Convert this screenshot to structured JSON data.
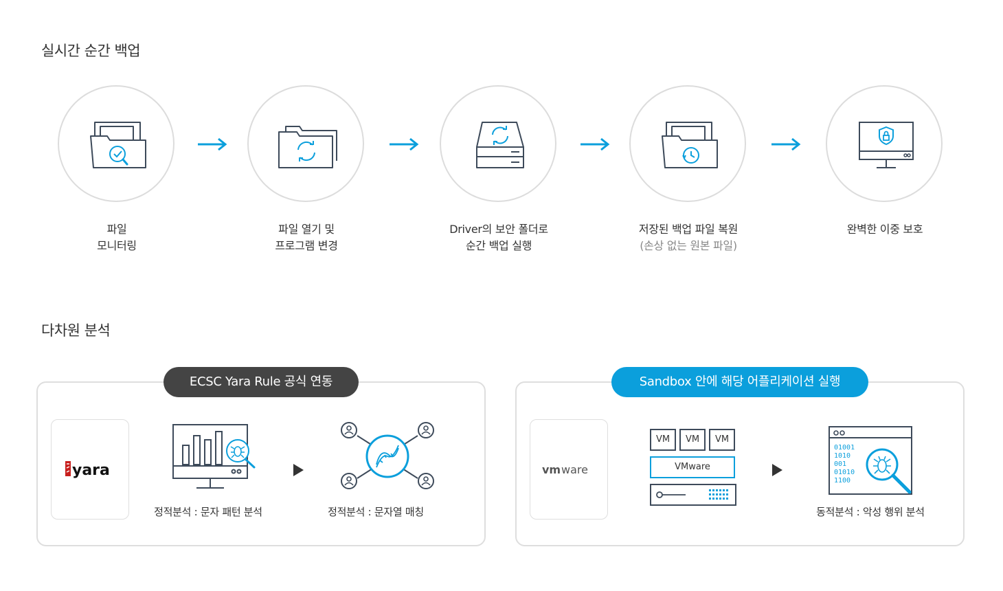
{
  "section1": {
    "title": "실시간 순간 백업"
  },
  "steps": [
    {
      "line1": "파일",
      "line2": "모니터링",
      "icon": "folder-monitor-icon"
    },
    {
      "line1": "파일 열기 및",
      "line2": "프로그램 변경",
      "icon": "folder-sync-icon"
    },
    {
      "line1": "Driver의 보안 폴더로",
      "line2": "순간 백업 실행",
      "icon": "drive-sync-icon"
    },
    {
      "line1": "저장된 백업 파일 복원",
      "line2": "(손상 없는 원본 파일)",
      "icon": "folder-restore-icon"
    },
    {
      "line1": "완벽한 이중 보호",
      "line2": "",
      "icon": "monitor-lock-icon"
    }
  ],
  "section2": {
    "title": "다차원 분석"
  },
  "panel_left": {
    "pill": "ECSC Yara Rule 공식 연동",
    "pill_color": "#444444",
    "logo": "yara",
    "caption1": "정적분석 : 문자 패턴 분석",
    "caption2": "정적분석 : 문자열 매칭"
  },
  "panel_right": {
    "pill": "Sandbox 안에 해당 어플리케이션 실행",
    "pill_color": "#0b9fdc",
    "logo": "vmware",
    "vm_label": "VM",
    "vmware_label": "VMware",
    "code_lines": [
      "01001",
      "1010",
      "001",
      "01010",
      "1100"
    ],
    "caption": "동적분석 : 악성 행위 분석"
  },
  "colors": {
    "accent": "#0b9fdc",
    "icon_dark": "#3d4a5a",
    "border": "#dedede"
  }
}
